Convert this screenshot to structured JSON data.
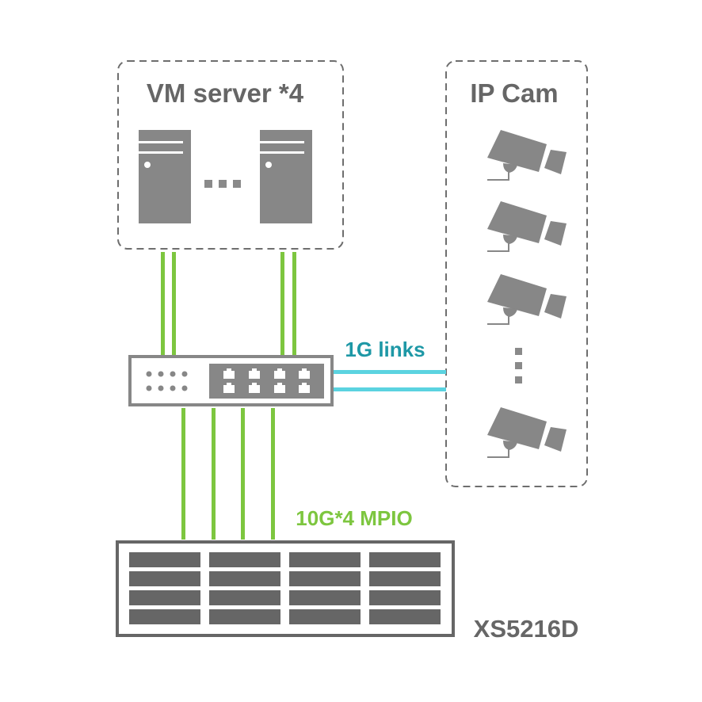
{
  "groups": {
    "vm": {
      "title": "VM server *4",
      "count": 4
    },
    "cam": {
      "title": "IP Cam"
    }
  },
  "labels": {
    "links_1g": "1G links",
    "links_10g": "10G*4 MPIO",
    "storage_model": "XS5216D"
  },
  "nodes": {
    "servers": [
      {
        "name": "server-1"
      },
      {
        "name": "server-n"
      }
    ],
    "cameras": [
      {
        "name": "camera-1"
      },
      {
        "name": "camera-2"
      },
      {
        "name": "camera-3"
      },
      {
        "name": "camera-n"
      }
    ],
    "switch": {
      "indicator_rows": 2,
      "indicator_cols": 4,
      "port_rows": 2,
      "port_cols": 4
    },
    "storage": {
      "bay_rows": 4,
      "bay_cols": 4
    }
  },
  "colors": {
    "gray": "#878787",
    "dark_gray": "#666666",
    "dash_gray": "#6e6e6e",
    "green": "#7dc63f",
    "cyan": "#5bd3e0",
    "teal_label": "#1e98a6",
    "green_label": "#7dc63f",
    "text_gray": "#666666"
  }
}
